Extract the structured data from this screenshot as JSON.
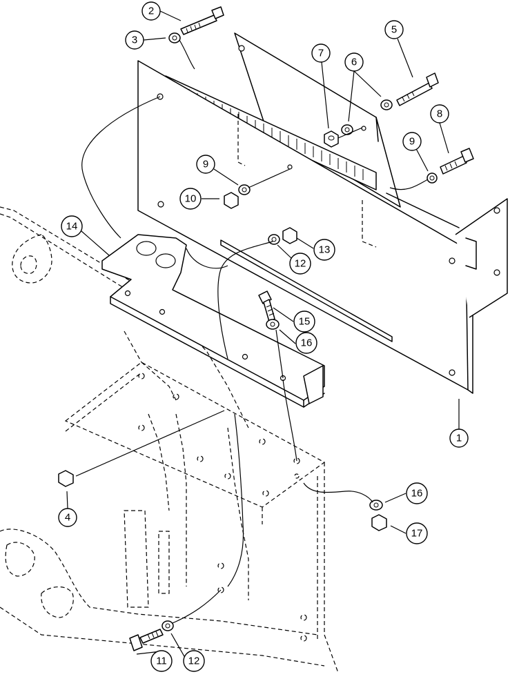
{
  "callouts": [
    {
      "id": "c1",
      "label": "1"
    },
    {
      "id": "c2",
      "label": "2"
    },
    {
      "id": "c3",
      "label": "3"
    },
    {
      "id": "c4",
      "label": "4"
    },
    {
      "id": "c5",
      "label": "5"
    },
    {
      "id": "c6",
      "label": "6"
    },
    {
      "id": "c7",
      "label": "7"
    },
    {
      "id": "c8",
      "label": "8"
    },
    {
      "id": "c9a",
      "label": "9"
    },
    {
      "id": "c9b",
      "label": "9"
    },
    {
      "id": "c10",
      "label": "10"
    },
    {
      "id": "c11",
      "label": "11"
    },
    {
      "id": "c12a",
      "label": "12"
    },
    {
      "id": "c12b",
      "label": "12"
    },
    {
      "id": "c13",
      "label": "13"
    },
    {
      "id": "c14",
      "label": "14"
    },
    {
      "id": "c15",
      "label": "15"
    },
    {
      "id": "c16a",
      "label": "16"
    },
    {
      "id": "c16b",
      "label": "16"
    },
    {
      "id": "c17",
      "label": "17"
    }
  ]
}
